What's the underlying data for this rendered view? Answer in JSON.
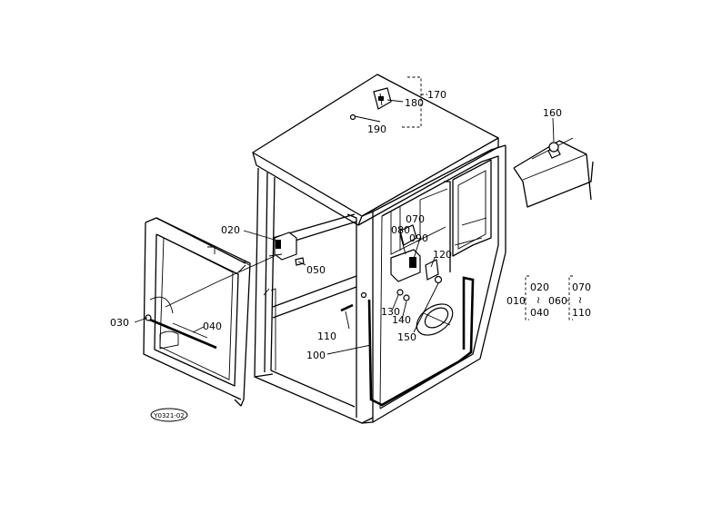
{
  "callouts": [
    {
      "id": "callout-170",
      "text": "170"
    },
    {
      "id": "callout-180",
      "text": "180"
    },
    {
      "id": "callout-190",
      "text": "190"
    },
    {
      "id": "callout-160",
      "text": "160"
    },
    {
      "id": "callout-020",
      "text": "020"
    },
    {
      "id": "callout-050",
      "text": "050"
    },
    {
      "id": "callout-070",
      "text": "070"
    },
    {
      "id": "callout-080",
      "text": "080"
    },
    {
      "id": "callout-090",
      "text": "090"
    },
    {
      "id": "callout-120",
      "text": "120"
    },
    {
      "id": "callout-030",
      "text": "030"
    },
    {
      "id": "callout-040",
      "text": "040"
    },
    {
      "id": "callout-110",
      "text": "110"
    },
    {
      "id": "callout-130",
      "text": "130"
    },
    {
      "id": "callout-140",
      "text": "140"
    },
    {
      "id": "callout-150",
      "text": "150"
    },
    {
      "id": "callout-100",
      "text": "100"
    }
  ],
  "legend": {
    "group_a": {
      "label": "010",
      "top": "020",
      "tilde": "≀",
      "bottom": "040"
    },
    "group_b": {
      "label": "060",
      "top": "070",
      "tilde": "≀",
      "bottom": "110"
    }
  },
  "drawing_code": "Y0321-02"
}
